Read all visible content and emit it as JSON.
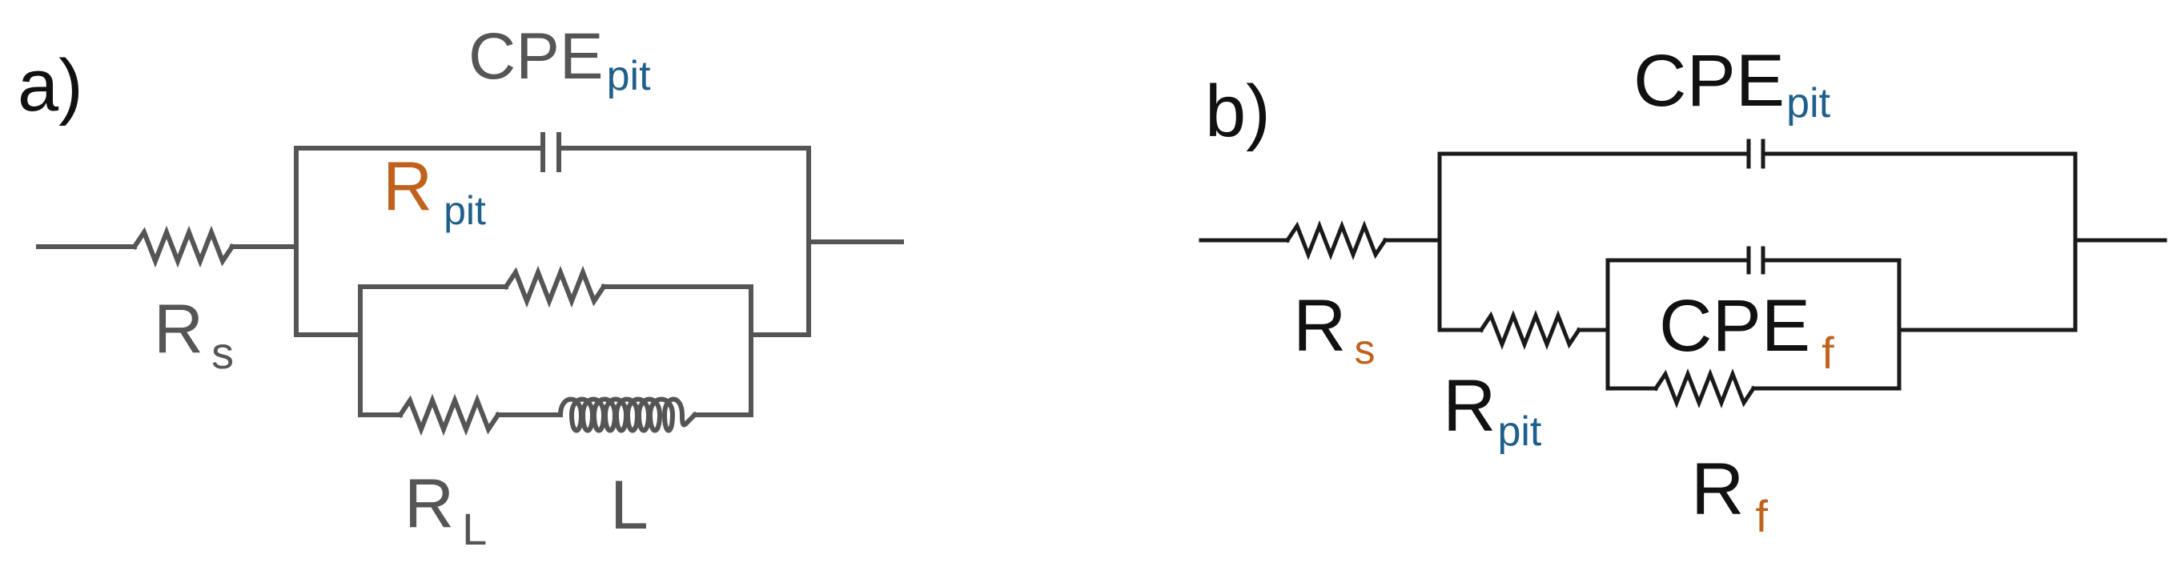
{
  "panel_a": {
    "label": "a)",
    "cpe_pit": {
      "main": "CPE",
      "sub": "pit"
    },
    "r_pit": {
      "main": "R",
      "sub": "pit"
    },
    "r_s": {
      "main": "R",
      "sub": "s"
    },
    "r_l": {
      "main": "R",
      "sub": "L"
    },
    "l": {
      "main": "L"
    }
  },
  "panel_b": {
    "label": "b)",
    "cpe_pit": {
      "main": "CPE",
      "sub": "pit"
    },
    "cpe_f": {
      "main": "CPE",
      "sub": "f"
    },
    "r_s": {
      "main": "R",
      "sub": "s"
    },
    "r_pit": {
      "main": "R",
      "sub": "pit"
    },
    "r_f": {
      "main": "R",
      "sub": "f"
    }
  },
  "colors": {
    "wire_a": "#555555",
    "wire_b": "#1a1a1a",
    "label_gray": "#555555",
    "label_black": "#111111",
    "label_orange": "#c0621e",
    "subscript_blue": "#1f5f8b"
  }
}
